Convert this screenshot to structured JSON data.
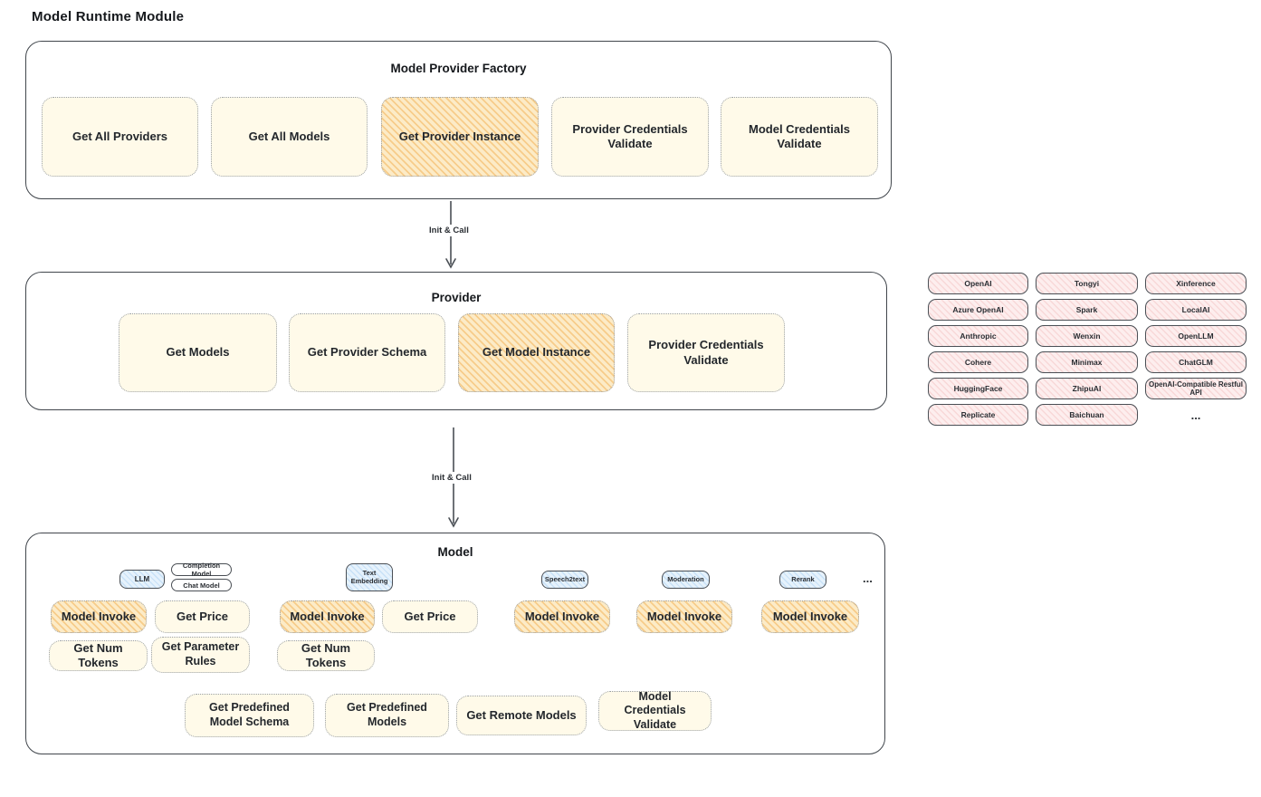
{
  "page_title": "Model Runtime Module",
  "colors": {
    "stroke": "#41464c",
    "cream_fill": "#fffae9",
    "orange_fill": "#fcecc9",
    "pink_fill": "#fdeeee",
    "blue_fill": "#e6f2fc"
  },
  "factory": {
    "title": "Model Provider Factory",
    "buttons": [
      {
        "label": "Get All Providers",
        "variant": "cream"
      },
      {
        "label": "Get All Models",
        "variant": "cream"
      },
      {
        "label": "Get Provider Instance",
        "variant": "orange"
      },
      {
        "label": "Provider Credentials Validate",
        "variant": "cream"
      },
      {
        "label": "Model Credentials Validate",
        "variant": "cream"
      }
    ]
  },
  "arrows": {
    "factory_to_provider": "Init & Call",
    "provider_to_model": "Init & Call"
  },
  "provider": {
    "title": "Provider",
    "buttons": [
      {
        "label": "Get Models",
        "variant": "cream"
      },
      {
        "label": "Get Provider Schema",
        "variant": "cream"
      },
      {
        "label": "Get Model Instance",
        "variant": "orange"
      },
      {
        "label": "Provider Credentials Validate",
        "variant": "cream"
      }
    ]
  },
  "providers_grid": {
    "items": [
      "OpenAI",
      "Tongyi",
      "Xinference",
      "Azure OpenAI",
      "Spark",
      "LocalAI",
      "Anthropic",
      "Wenxin",
      "OpenLLM",
      "Cohere",
      "Minimax",
      "ChatGLM",
      "HuggingFace",
      "ZhipuAI",
      "OpenAI-Compatible Restful API",
      "Replicate",
      "Baichuan"
    ],
    "more": "..."
  },
  "model": {
    "title": "Model",
    "tags": {
      "llm": "LLM",
      "completion_model": "Completion Model",
      "chat_model": "Chat Model",
      "text_embedding": "Text Embedding",
      "speech2text": "Speech2text",
      "moderation": "Moderation",
      "rerank": "Rerank",
      "more": "..."
    },
    "ops": {
      "model_invoke": "Model Invoke",
      "get_price": "Get Price",
      "get_num_tokens": "Get Num Tokens",
      "get_parameter_rules": "Get Parameter Rules",
      "get_predefined_model_schema": "Get Predefined Model Schema",
      "get_predefined_models": "Get Predefined Models",
      "get_remote_models": "Get Remote Models",
      "model_credentials_validate": "Model Credentials Validate"
    }
  }
}
